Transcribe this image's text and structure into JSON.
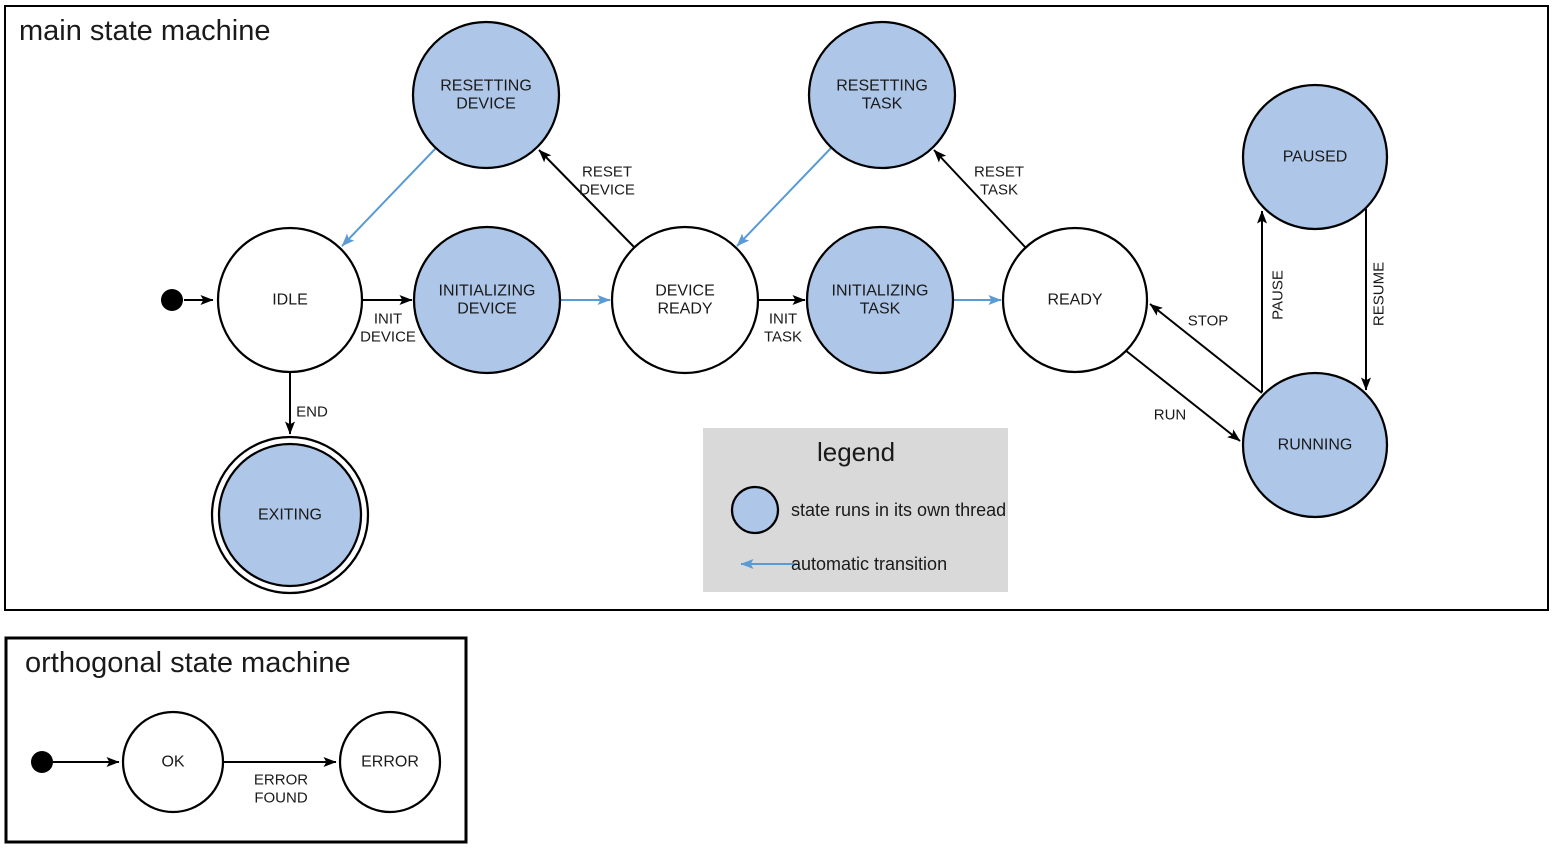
{
  "colors": {
    "threaded_state_fill": "#aec6e8",
    "plain_state_fill": "#ffffff",
    "state_stroke": "#000000",
    "auto_transition_blue": "#5b9bd5",
    "legend_background": "#d9d9d9"
  },
  "main_machine": {
    "title": "main state machine",
    "states": {
      "idle": {
        "label": "IDLE"
      },
      "resetting_device": {
        "line1": "RESETTING",
        "line2": "DEVICE"
      },
      "initializing_device": {
        "line1": "INITIALIZING",
        "line2": "DEVICE"
      },
      "device_ready": {
        "line1": "DEVICE",
        "line2": "READY"
      },
      "resetting_task": {
        "line1": "RESETTING",
        "line2": "TASK"
      },
      "initializing_task": {
        "line1": "INITIALIZING",
        "line2": "TASK"
      },
      "ready": {
        "label": "READY"
      },
      "paused": {
        "label": "PAUSED"
      },
      "running": {
        "label": "RUNNING"
      },
      "exiting": {
        "label": "EXITING"
      }
    },
    "transitions": {
      "init_device": {
        "line1": "INIT",
        "line2": "DEVICE"
      },
      "reset_device": {
        "line1": "RESET",
        "line2": "DEVICE"
      },
      "init_task": {
        "line1": "INIT",
        "line2": "TASK"
      },
      "reset_task": {
        "line1": "RESET",
        "line2": "TASK"
      },
      "end": {
        "label": "END"
      },
      "run": {
        "label": "RUN"
      },
      "stop": {
        "label": "STOP"
      },
      "pause": {
        "label": "PAUSE"
      },
      "resume": {
        "label": "RESUME"
      }
    }
  },
  "legend": {
    "title": "legend",
    "threaded_state_label": "state runs in its own thread",
    "auto_transition_label": "automatic transition"
  },
  "orthogonal_machine": {
    "title": "orthogonal state machine",
    "states": {
      "ok": {
        "label": "OK"
      },
      "error": {
        "label": "ERROR"
      }
    },
    "transitions": {
      "error_found": {
        "line1": "ERROR",
        "line2": "FOUND"
      }
    }
  }
}
